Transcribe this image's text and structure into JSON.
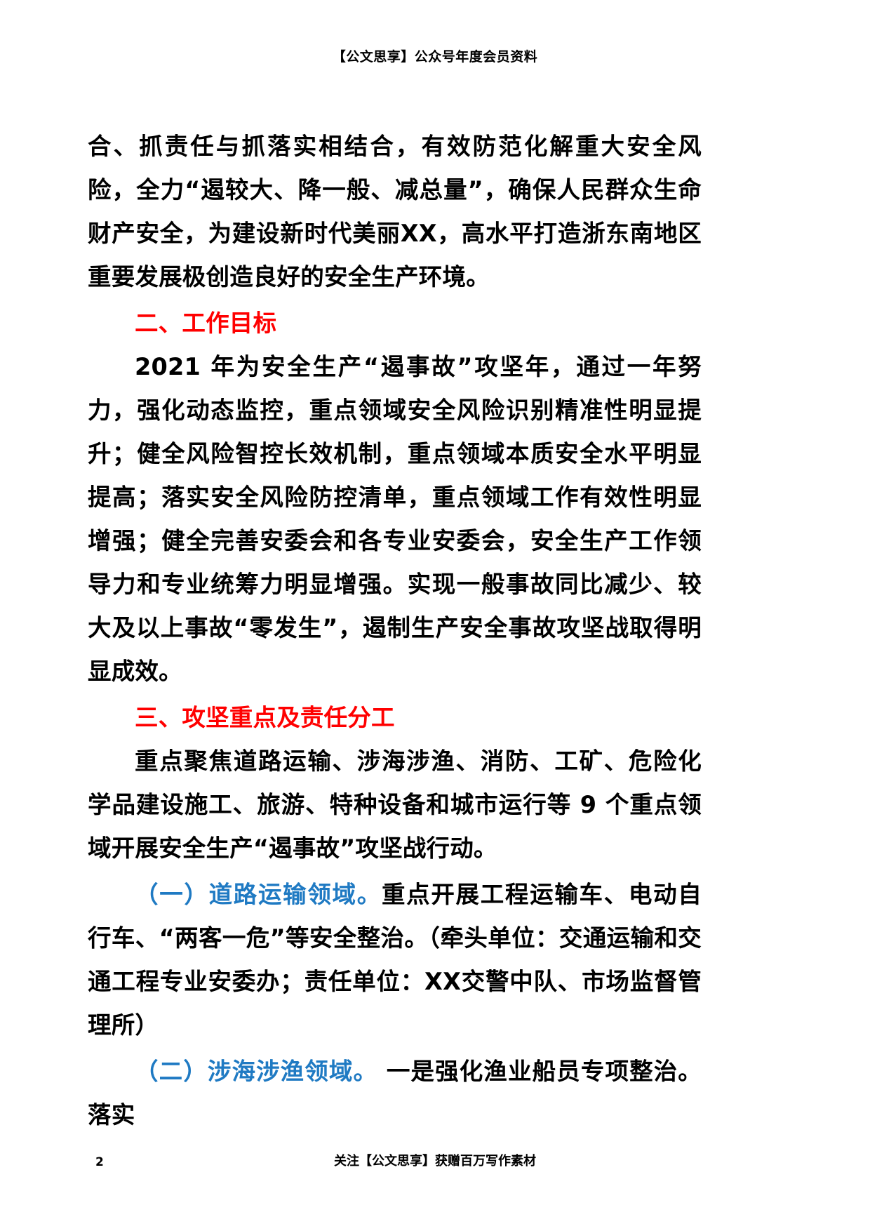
{
  "header": {
    "text": "【公文思享】公众号年度会员资料"
  },
  "footer": {
    "page_number": "2",
    "text": "关注【公文思享】获赠百万写作素材"
  },
  "colors": {
    "heading_red": "#ff0000",
    "subheading_blue": "#1f7ac3",
    "body_black": "#000000"
  },
  "content": {
    "para_continued": "合、抓责任与抓落实相结合，有效防范化解重大安全风险，全力“遏较大、降一般、减总量”，确保人民群众生命财产安全，为建设新时代美丽XX，高水平打造浙东南地区重要发展极创造良好的安全生产环境。",
    "heading_two": "二、工作目标",
    "para_goals": "2021 年为安全生产“遏事故”攻坚年，通过一年努力，强化动态监控，重点领域安全风险识别精准性明显提升；健全风险智控长效机制，重点领域本质安全水平明显提高；落实安全风险防控清单，重点领域工作有效性明显增强；健全完善安委会和各专业安委会，安全生产工作领导力和专业统筹力明显增强。实现一般事故同比减少、较大及以上事故“零发生”，遏制生产安全事故攻坚战取得明显成效。",
    "heading_three": "三、攻坚重点及责任分工",
    "para_focus": "重点聚焦道路运输、涉海涉渔、消防、工矿、危险化学品建设施工、旅游、特种设备和城市运行等 9 个重点领域开展安全生产“遏事故”攻坚战行动。",
    "item_one_label": "（一）道路运输领域。",
    "item_one_body": "重点开展工程运输车、电动自行车、“两客一危”等安全整治。（牵头单位：交通运输和交通工程专业安委办；责任单位：XX交警中队、市场监督管理所）",
    "item_two_label": "（二）涉海涉渔领域。",
    "item_two_body": " 一是强化渔业船员专项整治。落实"
  }
}
